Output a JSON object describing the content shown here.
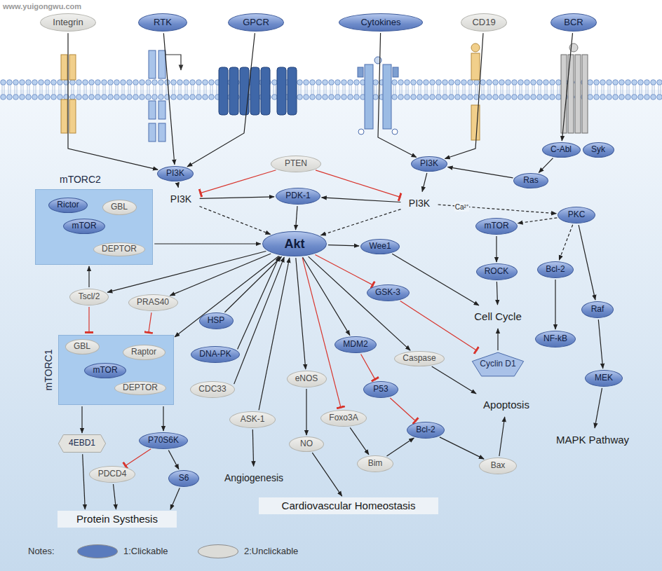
{
  "diagram": {
    "nodes": [
      {
        "text": [
          "Integrin"
        ]
      },
      {
        "text": [
          "RTK"
        ]
      },
      {
        "text": [
          "GPCR"
        ]
      },
      {
        "text": [
          "Cytokines"
        ]
      },
      {
        "text": [
          "CD19"
        ]
      },
      {
        "text": [
          "BCR"
        ]
      },
      {
        "text": [
          "C-Abl"
        ]
      },
      {
        "text": [
          "Syk"
        ]
      },
      {
        "text": [
          "PI3K"
        ]
      },
      {
        "text": [
          "PTEN"
        ]
      },
      {
        "text": [
          "PI3K"
        ]
      },
      {
        "text": [
          "Ras"
        ]
      },
      {
        "text": [
          "mTORC2"
        ]
      },
      {
        "text": [
          "Rictor"
        ],
        "in": 12
      },
      {
        "text": [
          "GBL"
        ],
        "in": 12
      },
      {
        "text": [
          "mTOR"
        ],
        "in": 12
      },
      {
        "text": [
          "DEPTOR"
        ],
        "in": 12
      },
      {
        "text": [
          "PI3K"
        ]
      },
      {
        "text": [
          "PDK-1"
        ]
      },
      {
        "text": [
          "PI3K"
        ]
      },
      {
        "text": [
          "mTOR"
        ]
      },
      {
        "text": [
          "PKC"
        ]
      },
      {
        "text": [
          "Akt"
        ]
      },
      {
        "text": [
          "Wee1"
        ]
      },
      {
        "text": [
          "ROCK"
        ]
      },
      {
        "text": [
          "Bcl-2"
        ]
      },
      {
        "text": [
          "GSK-3"
        ]
      },
      {
        "text": [
          "Tscl/2"
        ]
      },
      {
        "text": [
          "PRAS40"
        ]
      },
      {
        "text": [
          "Raf"
        ]
      },
      {
        "text": [
          "HSP"
        ]
      },
      {
        "text": [
          "Cell Cycle"
        ]
      },
      {
        "text": [
          "NF-kB"
        ]
      },
      {
        "text": [
          "mTORC1"
        ]
      },
      {
        "text": [
          "GBL"
        ],
        "in": 33
      },
      {
        "text": [
          "Raptor"
        ],
        "in": 33
      },
      {
        "text": [
          "mTOR"
        ],
        "in": 33
      },
      {
        "text": [
          "DEPTOR"
        ],
        "in": 33
      },
      {
        "text": [
          "DNA-PK"
        ]
      },
      {
        "text": [
          "MDM2"
        ]
      },
      {
        "text": [
          "Caspase"
        ]
      },
      {
        "text": [
          "Cyclin D1"
        ]
      },
      {
        "text": [
          "MEK"
        ]
      },
      {
        "text": [
          "CDC33"
        ]
      },
      {
        "text": [
          "eNOS"
        ]
      },
      {
        "text": [
          "P53"
        ]
      },
      {
        "text": [
          "ASK-1"
        ]
      },
      {
        "text": [
          "Foxo3A"
        ]
      },
      {
        "text": [
          "Bcl-2"
        ]
      },
      {
        "text": [
          "Apoptosis"
        ]
      },
      {
        "text": [
          "4EBD1"
        ]
      },
      {
        "text": [
          "P70S6K"
        ]
      },
      {
        "text": [
          "NO"
        ]
      },
      {
        "text": [
          "MAPK Pathway"
        ]
      },
      {
        "text": [
          "PDCD4"
        ]
      },
      {
        "text": [
          "S6"
        ]
      },
      {
        "text": [
          "Bim"
        ]
      },
      {
        "text": [
          "Bax"
        ]
      },
      {
        "text": [
          "Angiogenesis"
        ]
      },
      {
        "text": [
          "Protein Systhesis"
        ]
      },
      {
        "text": [
          "Cardiovascular Homeostasis"
        ]
      }
    ],
    "edges": [
      {
        "from": 0,
        "to": 8,
        "arrow": "to"
      },
      {
        "from": 1,
        "to": 8,
        "arrow": "to"
      },
      {
        "from": 2,
        "to": 8,
        "arrow": "to"
      },
      {
        "from": 3,
        "to": 10,
        "arrow": "to"
      },
      {
        "from": 4,
        "to": 10,
        "arrow": "to"
      },
      {
        "from": 5,
        "to": 6,
        "arrow": "to"
      },
      {
        "from": 6,
        "to": 11,
        "arrow": "to"
      },
      {
        "from": 11,
        "to": 10,
        "arrow": "to"
      },
      {
        "from": 8,
        "to": 17,
        "arrow": "to"
      },
      {
        "from": 9,
        "to": 17,
        "arrow": "to"
      },
      {
        "from": 9,
        "to": 19,
        "arrow": "to"
      },
      {
        "from": 10,
        "to": 19,
        "arrow": "to"
      },
      {
        "from": 17,
        "to": 18,
        "arrow": "to"
      },
      {
        "from": 17,
        "to": 22,
        "arrow": "to"
      },
      {
        "from": 19,
        "to": 18,
        "arrow": "to"
      },
      {
        "from": 19,
        "to": 22,
        "arrow": "to"
      },
      {
        "from": 19,
        "to": 21,
        "label": "Ca²⁺",
        "arrow": "to"
      },
      {
        "from": 21,
        "to": 20,
        "arrow": "to"
      },
      {
        "from": 21,
        "to": 25,
        "arrow": "to"
      },
      {
        "from": 21,
        "to": 29,
        "arrow": "to"
      },
      {
        "from": 20,
        "to": 24,
        "arrow": "to"
      },
      {
        "from": 24,
        "to": 31,
        "arrow": "to"
      },
      {
        "from": 25,
        "to": 32,
        "arrow": "to"
      },
      {
        "from": 29,
        "to": 42,
        "arrow": "to"
      },
      {
        "from": 42,
        "to": 53,
        "arrow": "to"
      },
      {
        "from": 18,
        "to": 22,
        "arrow": "to"
      },
      {
        "from": 12,
        "to": 22,
        "arrow": "to"
      },
      {
        "from": 22,
        "to": 23,
        "arrow": "to"
      },
      {
        "from": 23,
        "to": 31,
        "arrow": "to"
      },
      {
        "from": 22,
        "to": 26,
        "arrow": "to"
      },
      {
        "from": 26,
        "to": 41,
        "arrow": "to"
      },
      {
        "from": 41,
        "to": 31,
        "arrow": "to"
      },
      {
        "from": 22,
        "to": 27,
        "arrow": "to"
      },
      {
        "from": 27,
        "to": 12,
        "arrow": "to"
      },
      {
        "from": 27,
        "to": 33,
        "arrow": "to"
      },
      {
        "from": 22,
        "to": 28,
        "arrow": "to"
      },
      {
        "from": 28,
        "to": 33,
        "arrow": "to"
      },
      {
        "from": 22,
        "to": 33,
        "arrow": "to"
      },
      {
        "from": 30,
        "to": 22,
        "arrow": "to"
      },
      {
        "from": 38,
        "to": 22,
        "arrow": "to"
      },
      {
        "from": 43,
        "to": 22,
        "arrow": "to"
      },
      {
        "from": 46,
        "to": 22,
        "arrow": "to"
      },
      {
        "from": 22,
        "to": 44,
        "arrow": "to"
      },
      {
        "from": 44,
        "to": 52,
        "arrow": "to"
      },
      {
        "from": 52,
        "to": 60,
        "arrow": "to"
      },
      {
        "from": 46,
        "to": 58,
        "arrow": "to"
      },
      {
        "from": 22,
        "to": 47,
        "arrow": "to"
      },
      {
        "from": 47,
        "to": 56,
        "arrow": "to"
      },
      {
        "from": 56,
        "to": 48,
        "arrow": "to"
      },
      {
        "from": 22,
        "to": 39,
        "arrow": "to"
      },
      {
        "from": 39,
        "to": 45,
        "arrow": "to"
      },
      {
        "from": 45,
        "to": 48,
        "arrow": "to"
      },
      {
        "from": 48,
        "to": 57,
        "arrow": "to"
      },
      {
        "from": 57,
        "to": 49,
        "arrow": "to"
      },
      {
        "from": 22,
        "to": 40,
        "arrow": "to"
      },
      {
        "from": 40,
        "to": 49,
        "arrow": "to"
      },
      {
        "from": 33,
        "to": 50,
        "arrow": "to"
      },
      {
        "from": 33,
        "to": 51,
        "arrow": "to"
      },
      {
        "from": 51,
        "to": 54,
        "arrow": "to"
      },
      {
        "from": 51,
        "to": 55,
        "arrow": "to"
      },
      {
        "from": 50,
        "to": 59,
        "arrow": "to"
      },
      {
        "from": 54,
        "to": 59,
        "arrow": "to"
      },
      {
        "from": 55,
        "to": 59,
        "arrow": "to"
      }
    ],
    "labels": [
      "www.yuigongwu.com",
      "Notes:"
    ],
    "legend": [
      {
        "text": "1:Clickable",
        "color": "#5a7bbd"
      },
      {
        "text": "2:Unclickable",
        "color": "#dcdcd8"
      }
    ]
  }
}
